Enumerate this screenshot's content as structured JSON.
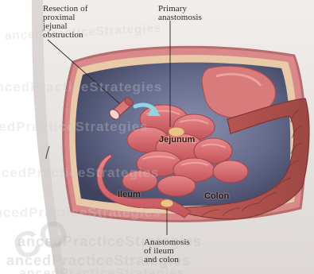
{
  "labels": {
    "resection": "Resection of\nproximal\njejunal\nobstruction",
    "primary_anastomosis": "Primary\nanastomosis",
    "jejunum": "Jejunum",
    "ileum": "Ileum",
    "colon": "Colon",
    "anastomosis_ileum_colon": "Anastomosis\nof ileum\nand colon"
  },
  "watermark": {
    "line_a": "ancedPracticeStrategies",
    "line_b": "ancedPracticeStrategies",
    "line_c": "cedPracticeStrategies",
    "line_d": "ancedPracticeStrategies",
    "line_e": "ancedPracticeStrategies",
    "line_f": "ancedPracticeStrategies",
    "line_g": "ancedPracticeStrategies",
    "line_h": "ancedPracticeStrategies",
    "brand_glyph": "CO"
  },
  "colors": {
    "skin": "#e8e3e0",
    "cavity": "#5e6380",
    "bowel": "#d2646a",
    "colon": "#b0524f",
    "arrow": "#8fd5e3"
  }
}
